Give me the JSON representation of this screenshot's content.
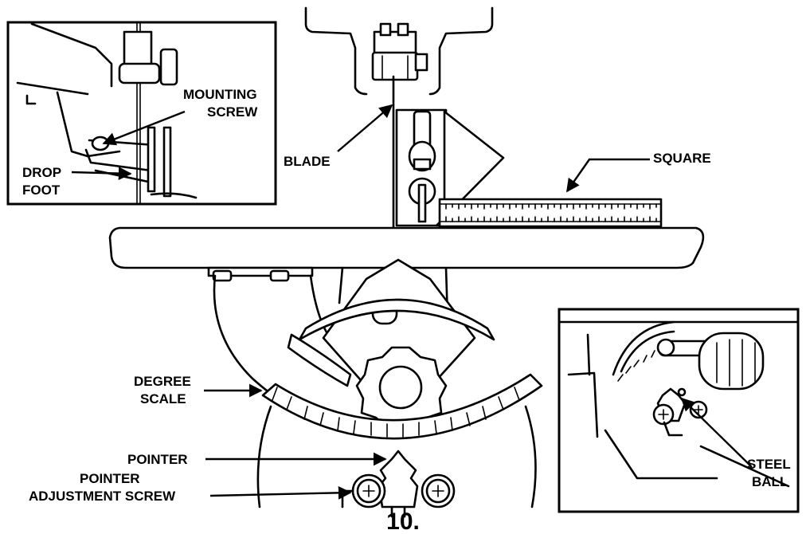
{
  "labels": {
    "mounting_screw": [
      "MOUNTING",
      "SCREW"
    ],
    "drop_foot": [
      "DROP",
      "FOOT"
    ],
    "blade": "BLADE",
    "square": "SQUARE",
    "degree_scale": [
      "DEGREE",
      "SCALE"
    ],
    "pointer": "POINTER",
    "pointer_adjustment_screw": [
      "POINTER",
      "ADJUSTMENT SCREW"
    ],
    "steel_ball": [
      "STEEL",
      "BALL"
    ]
  },
  "figure_number": "10."
}
